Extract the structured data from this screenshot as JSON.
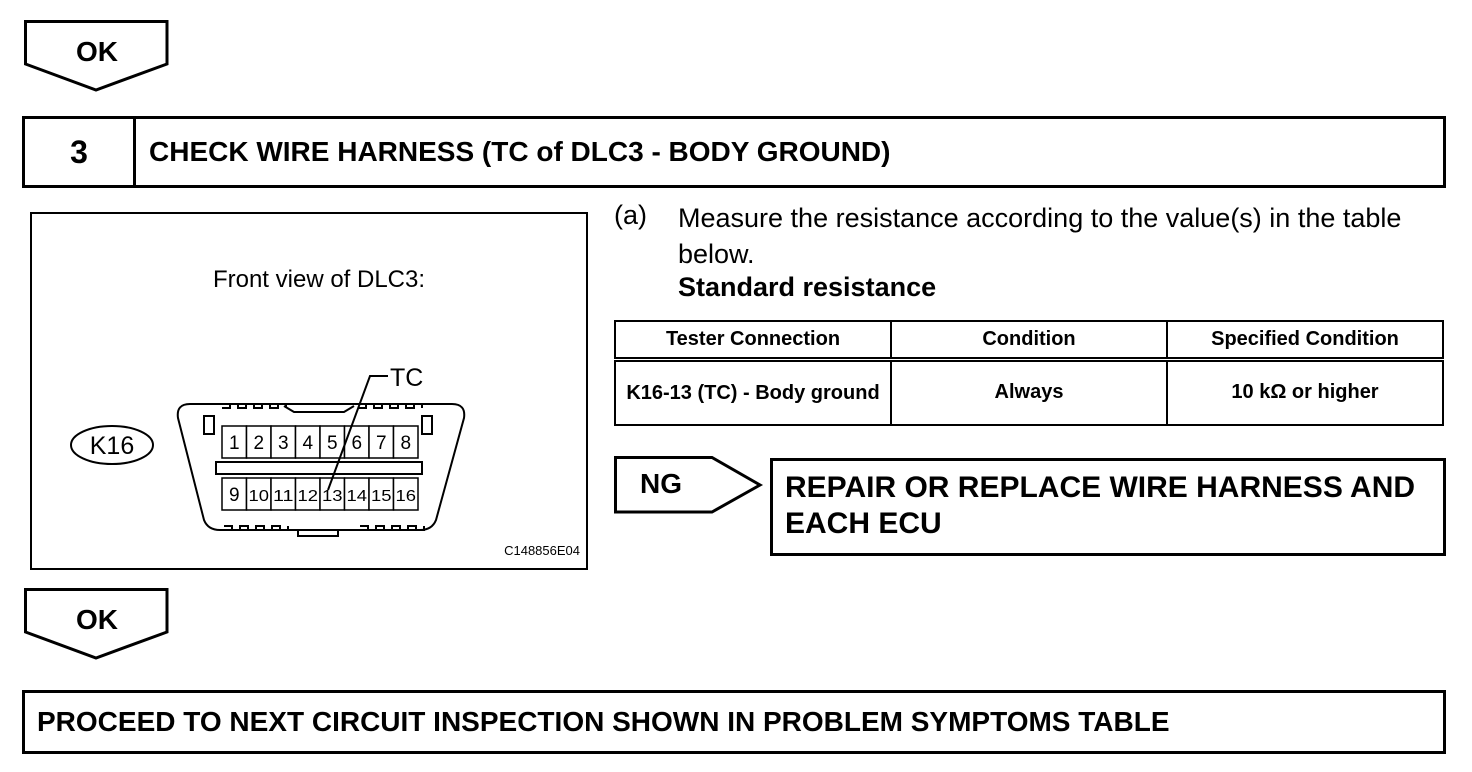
{
  "top_flag": {
    "label": "OK"
  },
  "step": {
    "number": "3",
    "title": "CHECK WIRE HARNESS (TC of DLC3 - BODY GROUND)"
  },
  "figure": {
    "caption": "Front view of DLC3:",
    "connector_id": "K16",
    "pointer_label": "TC",
    "pins_top": [
      "1",
      "2",
      "3",
      "4",
      "5",
      "6",
      "7",
      "8"
    ],
    "pins_bottom": [
      "9",
      "10",
      "11",
      "12",
      "13",
      "14",
      "15",
      "16"
    ],
    "code": "C148856E04"
  },
  "instruction": {
    "letter": "(a)",
    "text": "Measure the resistance according to the value(s) in the table below.",
    "standard_label": "Standard resistance"
  },
  "table": {
    "headers": [
      "Tester Connection",
      "Condition",
      "Specified Condition"
    ],
    "rows": [
      [
        "K16-13 (TC) - Body ground",
        "Always",
        "10 kΩ or higher"
      ]
    ]
  },
  "ng": {
    "label": "NG",
    "action": "REPAIR OR REPLACE WIRE HARNESS AND EACH ECU"
  },
  "ok_flag": {
    "label": "OK"
  },
  "final": {
    "text": "PROCEED TO NEXT CIRCUIT INSPECTION SHOWN IN PROBLEM SYMPTOMS TABLE"
  }
}
